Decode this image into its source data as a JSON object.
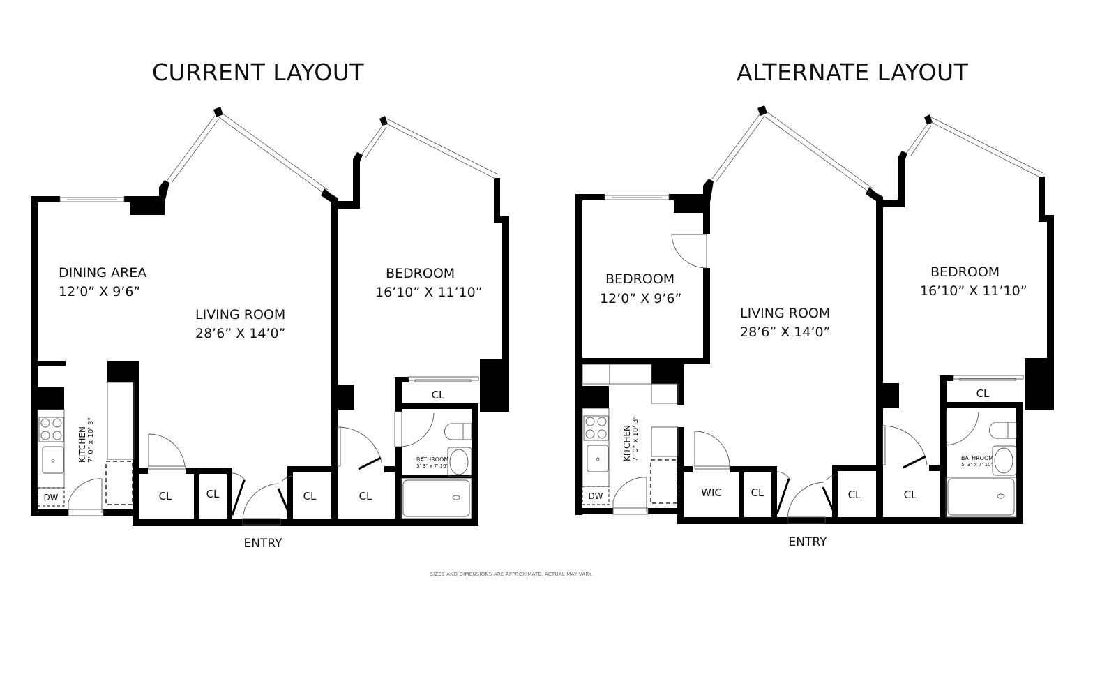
{
  "titles": {
    "current": "CURRENT LAYOUT",
    "alternate": "ALTERNATE LAYOUT"
  },
  "current": {
    "dining": {
      "name": "DINING AREA",
      "dims": "12’0” X 9’6”"
    },
    "living": {
      "name": "LIVING ROOM",
      "dims": "28’6” X 14’0”"
    },
    "bedroom": {
      "name": "BEDROOM",
      "dims": "16’10” X 11’10”"
    },
    "kitchen": {
      "name": "KITCHEN",
      "dims": "7' 0\" x 10' 3\""
    },
    "bathroom": {
      "name": "BATHROOM",
      "dims": "5' 3\" x 7' 10\""
    },
    "dw": "DW",
    "closets": [
      "CL",
      "CL",
      "CL",
      "CL",
      "CL"
    ],
    "entry": "ENTRY"
  },
  "alternate": {
    "bedroom_small": {
      "name": "BEDROOM",
      "dims": "12’0” X 9’6”"
    },
    "living": {
      "name": "LIVING ROOM",
      "dims": "28’6” X 14’0”"
    },
    "bedroom": {
      "name": "BEDROOM",
      "dims": "16’10” X 11’10”"
    },
    "kitchen": {
      "name": "KITCHEN",
      "dims": "7' 0\" x 10' 3\""
    },
    "bathroom": {
      "name": "BATHROOM",
      "dims": "5' 3\" x 7' 10\""
    },
    "dw": "DW",
    "wic": "WIC",
    "closets": [
      "CL",
      "CL",
      "CL",
      "CL"
    ],
    "entry": "ENTRY"
  },
  "disclaimer": "SIZES AND DIMENSIONS ARE APPROXIMATE, ACTUAL MAY VARY.",
  "colors": {
    "wall": "#000000",
    "background": "#ffffff",
    "fixture": "#555555"
  }
}
